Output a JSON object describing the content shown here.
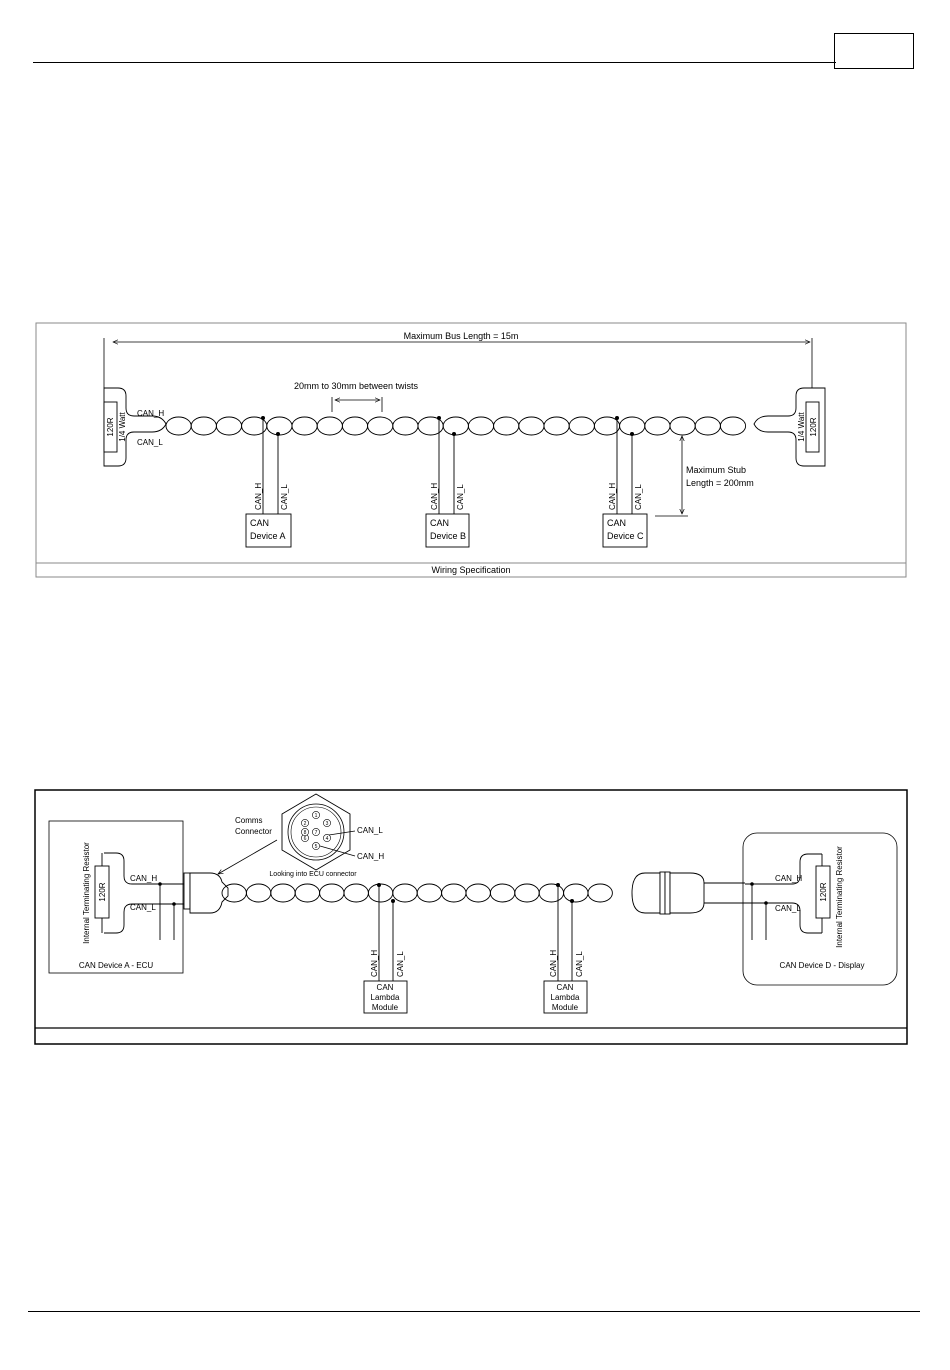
{
  "figure1": {
    "bus_length_label": "Maximum Bus Length = 15m",
    "twist_label": "20mm to 30mm between twists",
    "stub_label_line1": "Maximum Stub",
    "stub_label_line2": "Length = 200mm",
    "resistor_value": "120R",
    "resistor_power": "1/4 Watt",
    "can_h": "CAN_H",
    "can_l": "CAN_L",
    "devices": [
      {
        "line1": "CAN",
        "line2": "Device A"
      },
      {
        "line1": "CAN",
        "line2": "Device B"
      },
      {
        "line1": "CAN",
        "line2": "Device C"
      }
    ],
    "caption": "Wiring Specification"
  },
  "figure2": {
    "connector_label_line1": "Comms",
    "connector_label_line2": "Connector",
    "connector_caption": "Looking into ECU connector",
    "connector_pins": [
      "1",
      "2",
      "3",
      "4",
      "5",
      "6",
      "7",
      "8"
    ],
    "can_h": "CAN_H",
    "can_l": "CAN_L",
    "resistor_value": "120R",
    "internal_resistor_label": "Internal Terminating Resistor",
    "ecu_label": "CAN Device A - ECU",
    "display_label": "CAN Device D - Display",
    "modules": [
      {
        "line1": "CAN",
        "line2": "Lambda",
        "line3": "Module"
      },
      {
        "line1": "CAN",
        "line2": "Lambda",
        "line3": "Module"
      }
    ]
  }
}
